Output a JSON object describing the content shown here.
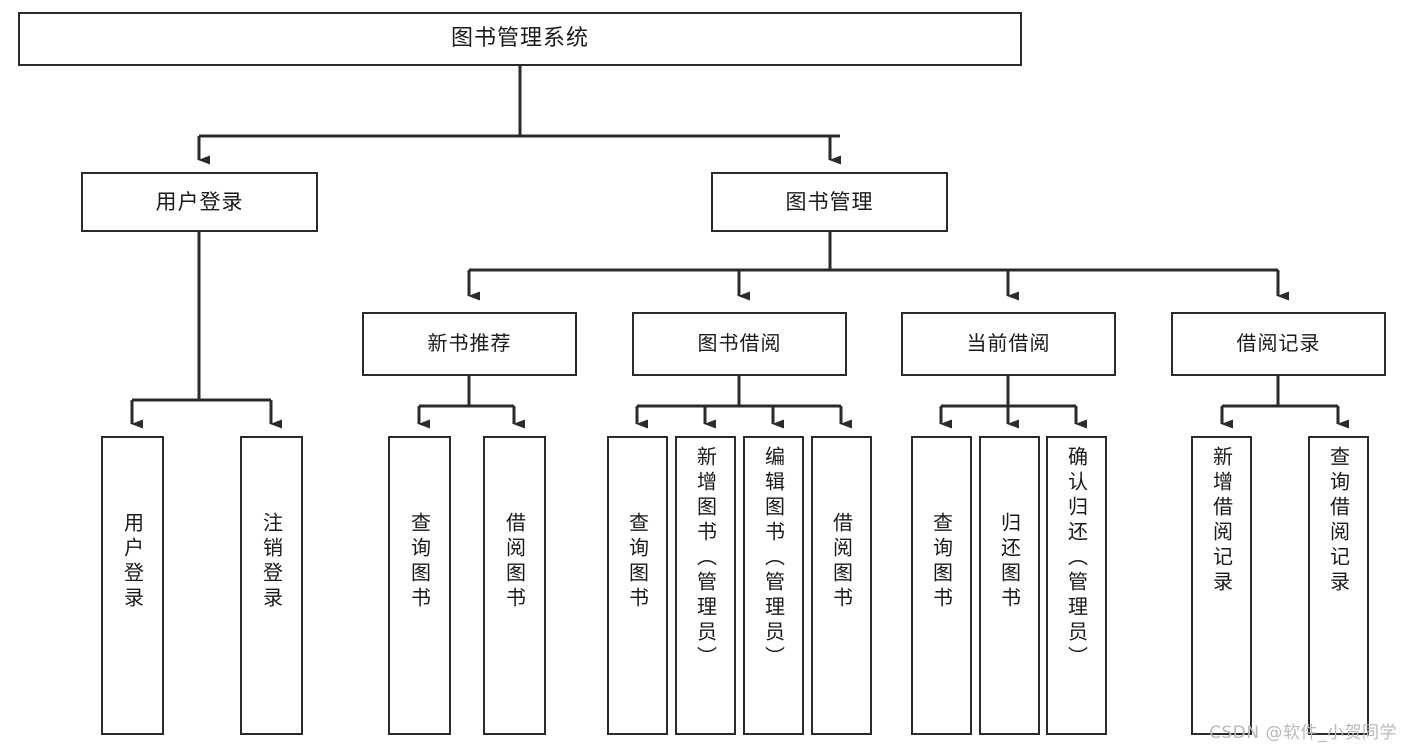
{
  "diagram": {
    "title": "图书管理系统",
    "type": "tree",
    "root": {
      "id": "root",
      "label": "图书管理系统"
    },
    "level2": [
      {
        "id": "user-login",
        "label": "用户登录"
      },
      {
        "id": "book-manage",
        "label": "图书管理"
      }
    ],
    "level3": [
      {
        "id": "new-book-rec",
        "label": "新书推荐",
        "parent": "book-manage"
      },
      {
        "id": "book-borrow",
        "label": "图书借阅",
        "parent": "book-manage"
      },
      {
        "id": "current-borrow",
        "label": "当前借阅",
        "parent": "book-manage"
      },
      {
        "id": "borrow-record",
        "label": "借阅记录",
        "parent": "book-manage"
      }
    ],
    "leaves": [
      {
        "id": "leaf-user-login",
        "label": "用户登录",
        "parent": "user-login"
      },
      {
        "id": "leaf-logout",
        "label": "注销登录",
        "parent": "user-login"
      },
      {
        "id": "leaf-query-book-1",
        "label": "查询图书",
        "parent": "new-book-rec"
      },
      {
        "id": "leaf-borrow-book-1",
        "label": "借阅图书",
        "parent": "new-book-rec"
      },
      {
        "id": "leaf-query-book-2",
        "label": "查询图书",
        "parent": "book-borrow"
      },
      {
        "id": "leaf-add-book",
        "label": "新增图书（管理员）",
        "parent": "book-borrow"
      },
      {
        "id": "leaf-edit-book",
        "label": "编辑图书（管理员）",
        "parent": "book-borrow"
      },
      {
        "id": "leaf-borrow-book-2",
        "label": "借阅图书",
        "parent": "book-borrow"
      },
      {
        "id": "leaf-query-book-3",
        "label": "查询图书",
        "parent": "current-borrow"
      },
      {
        "id": "leaf-return-book",
        "label": "归还图书",
        "parent": "current-borrow"
      },
      {
        "id": "leaf-confirm-return",
        "label": "确认归还（管理员）",
        "parent": "current-borrow"
      },
      {
        "id": "leaf-add-record",
        "label": "新增借阅记录",
        "parent": "borrow-record"
      },
      {
        "id": "leaf-query-record",
        "label": "查询借阅记录",
        "parent": "borrow-record"
      }
    ],
    "colors": {
      "stroke": "#2b2b2b",
      "box_fill": "#ffffff",
      "text": "#1a1a1a",
      "watermark": "#b9b9b9",
      "background": "#ffffff"
    }
  },
  "watermark": {
    "text": "CSDN @软件_小贺同学"
  }
}
